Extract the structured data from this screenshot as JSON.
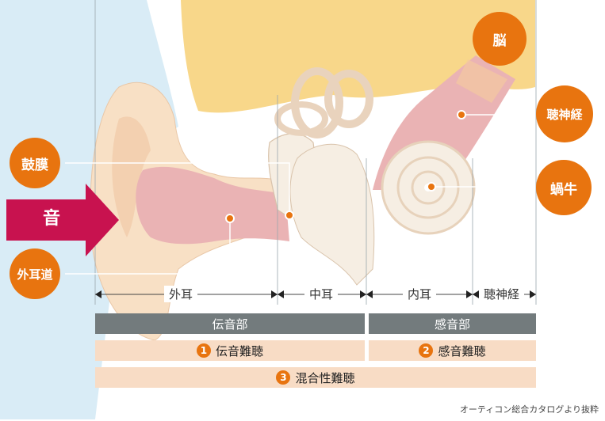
{
  "labels": {
    "sound": "音",
    "eardrum": "鼓膜",
    "ear_canal": "外耳道",
    "brain": "脳",
    "auditory_nerve": "聴神経",
    "cochlea": "蝸牛"
  },
  "sections": {
    "outer": "外耳",
    "middle": "中耳",
    "inner": "内耳",
    "nerve": "聴神経"
  },
  "bars": {
    "conductive_part": "伝音部",
    "sensorineural_part": "感音部",
    "conductive_loss_num": "1",
    "conductive_loss": "伝音難聴",
    "sensorineural_loss_num": "2",
    "sensorineural_loss": "感音難聴",
    "mixed_loss_num": "3",
    "mixed_loss": "混合性難聴"
  },
  "credit": "オーティコン総合カタログより抜粋",
  "colors": {
    "accent": "#e8740f",
    "sound_arrow": "#c8124f",
    "skin": "#f8e0c5",
    "canal": "#eab3b4",
    "brain": "#f8d78a",
    "bar_gray": "#737b7d",
    "bar_peach": "#f8dcc5"
  }
}
